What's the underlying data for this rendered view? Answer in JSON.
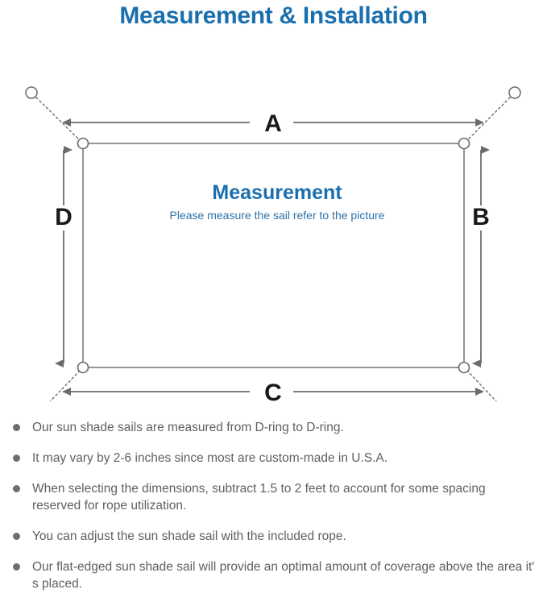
{
  "header": {
    "title": "Measurement & Installation",
    "title_color": "#1a6faf"
  },
  "diagram": {
    "name": "sun-shade-sail-measurement-diagram",
    "center_title": "Measurement",
    "center_subtitle": "Please measure the sail refer to the picture",
    "center_title_color": "#1a6faf",
    "center_subtitle_color": "#2e73a8",
    "edge_labels": {
      "top": "A",
      "right": "B",
      "bottom": "C",
      "left": "D"
    },
    "line_color": "#6b6b6b",
    "sail_border_color": "#7a7a7a",
    "ring_count": 4,
    "anchor_point_count": 4,
    "anchor_line_style": "dotted",
    "icons": {
      "corner_ring": "d-ring-icon",
      "anchor_point": "anchor-circle-icon",
      "dimension_arrow": "double-arrow-icon",
      "rope": "dotted-rope-line-icon"
    }
  },
  "notes": {
    "bullet_color": "#6e6e6e",
    "text_color": "#5f5f5f",
    "items": [
      "Our sun shade sails are measured from D-ring to D-ring.",
      "It may vary by 2-6 inches since most are custom-made in U.S.A.",
      "When selecting the dimensions, subtract 1.5 to 2 feet to account for some spacing reserved for rope utilization.",
      "You can adjust the sun shade sail with the included rope.",
      "Our flat-edged sun shade sail will provide an optimal amount of coverage above the area it′ s placed."
    ]
  }
}
